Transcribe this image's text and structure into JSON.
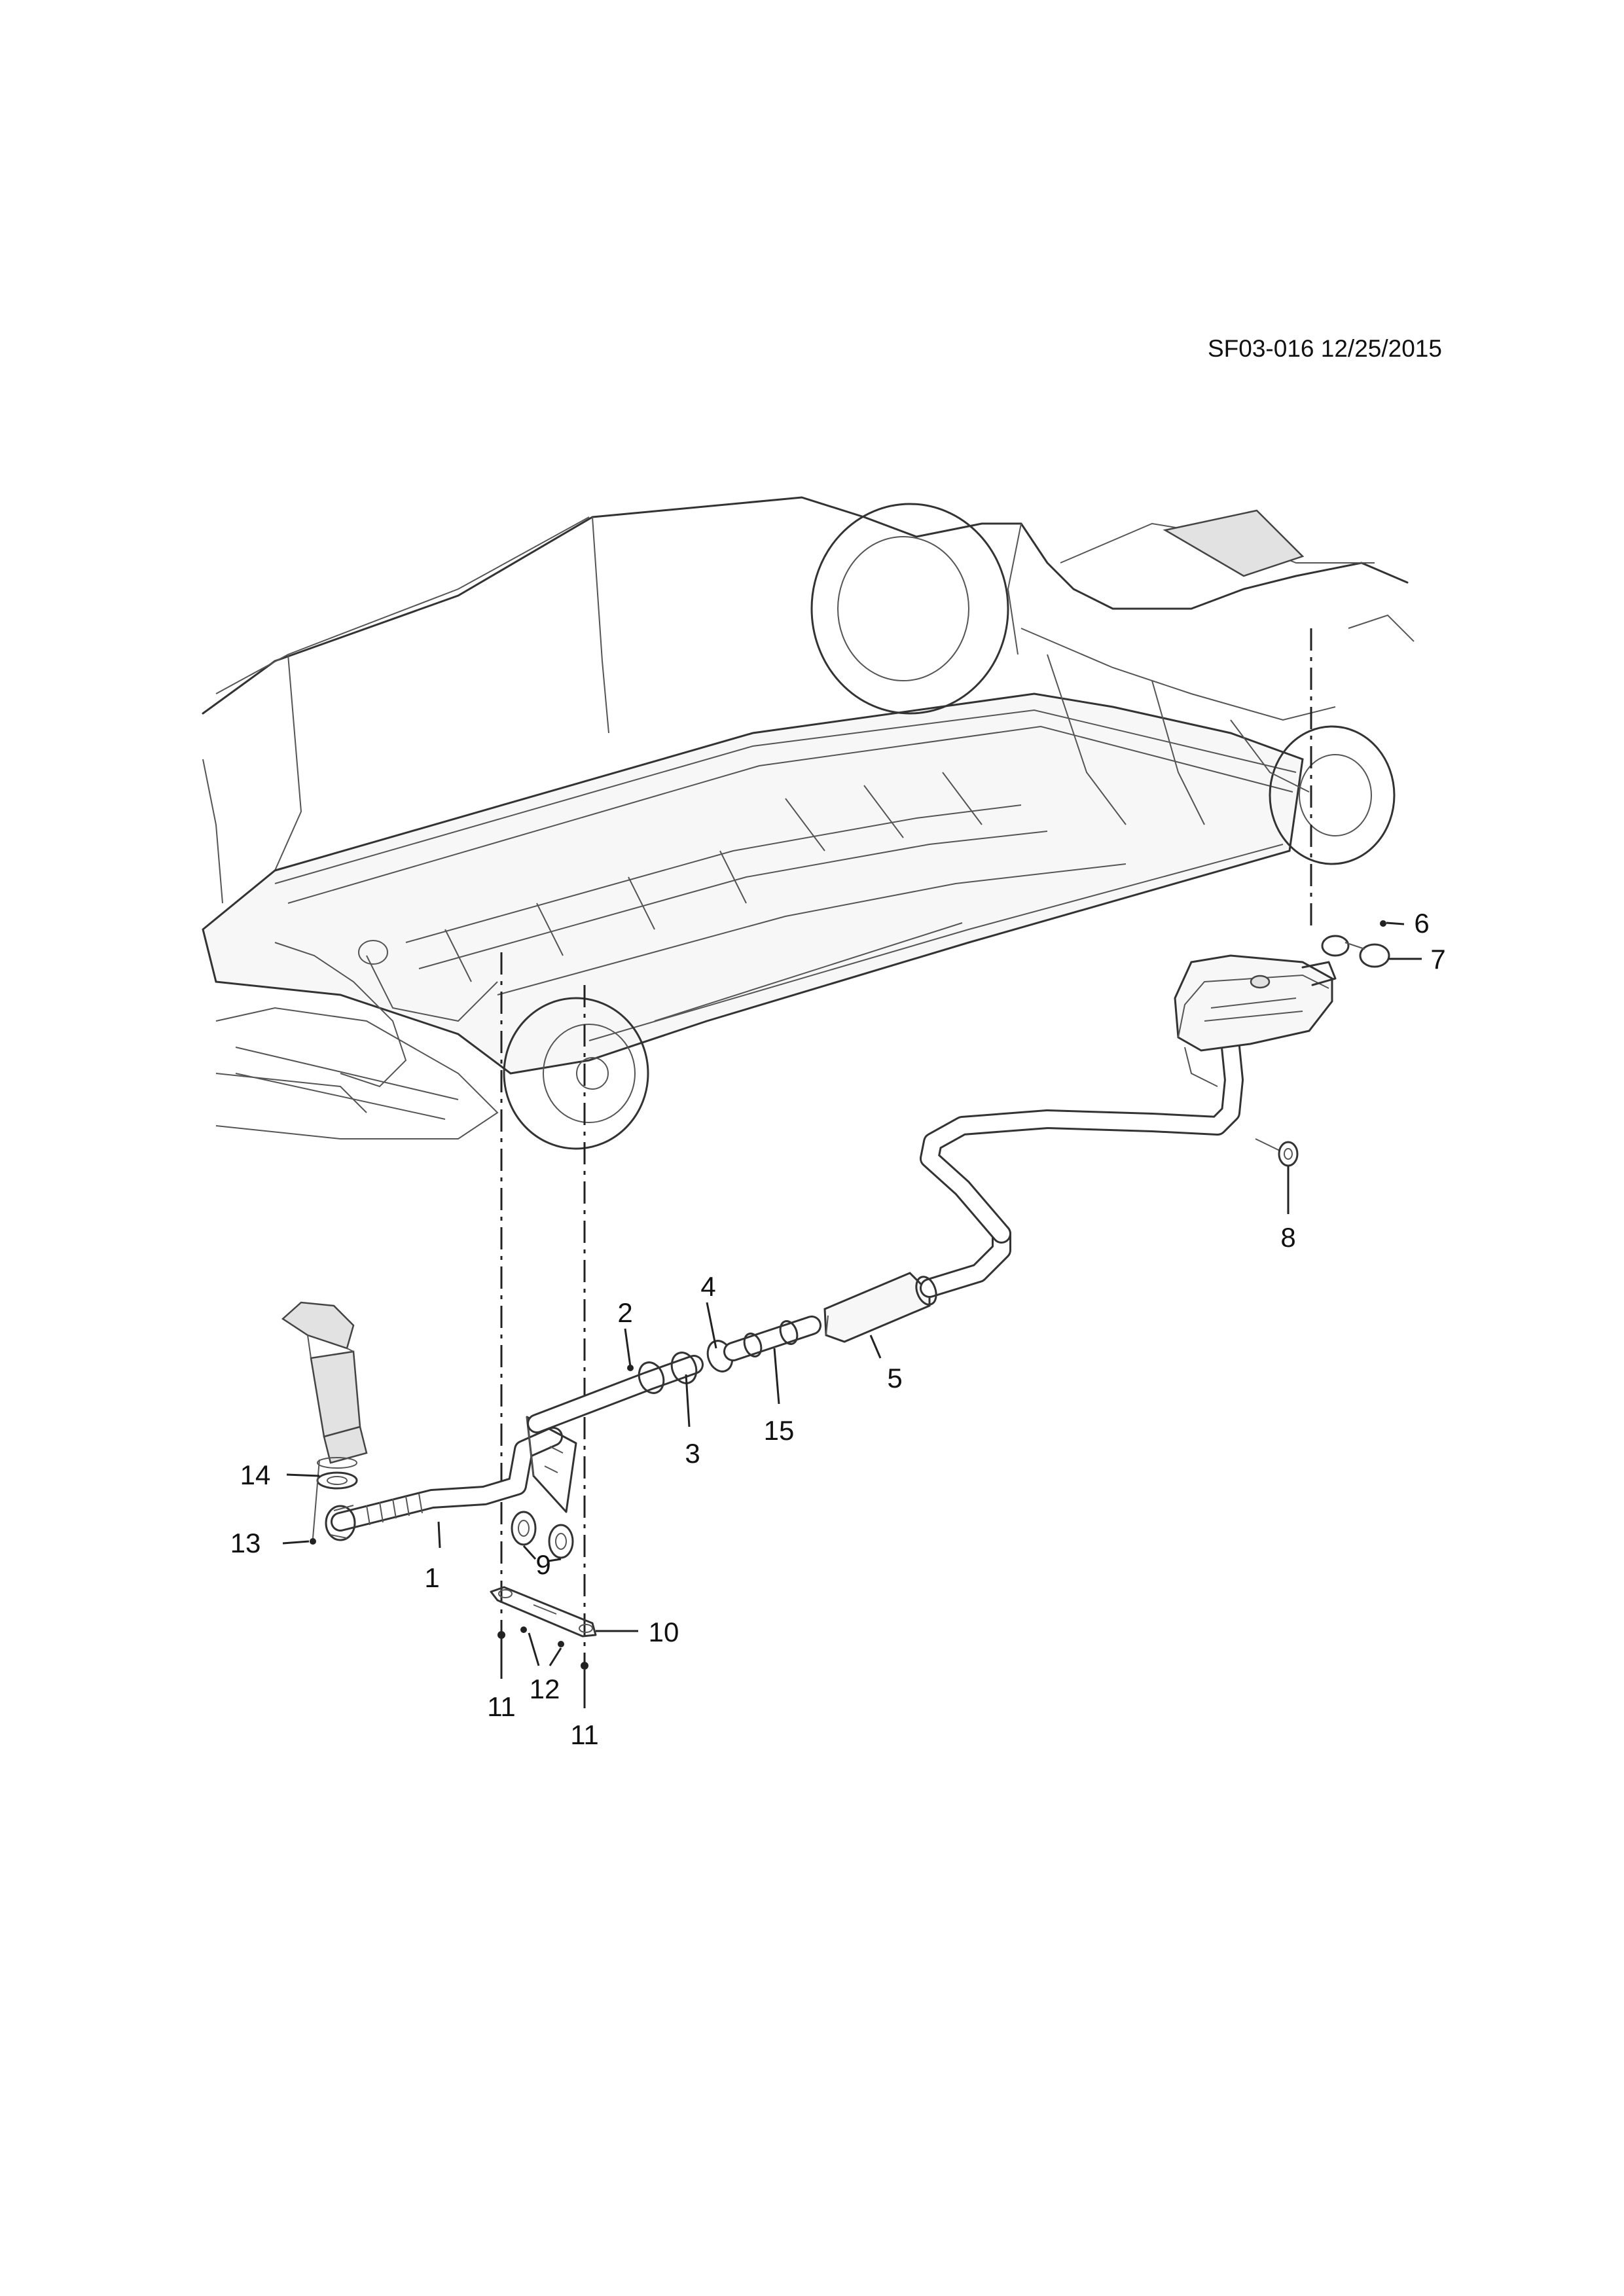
{
  "document_ref": "SF03-016 12/25/2015",
  "callouts": [
    {
      "id": "c1",
      "label": "1"
    },
    {
      "id": "c2",
      "label": "2"
    },
    {
      "id": "c3",
      "label": "3"
    },
    {
      "id": "c4",
      "label": "4"
    },
    {
      "id": "c5",
      "label": "5"
    },
    {
      "id": "c6",
      "label": "6"
    },
    {
      "id": "c7",
      "label": "7"
    },
    {
      "id": "c8",
      "label": "8"
    },
    {
      "id": "c9",
      "label": "9"
    },
    {
      "id": "c10",
      "label": "10"
    },
    {
      "id": "c11a",
      "label": "11"
    },
    {
      "id": "c11b",
      "label": "11"
    },
    {
      "id": "c12",
      "label": "12"
    },
    {
      "id": "c13",
      "label": "13"
    },
    {
      "id": "c14",
      "label": "14"
    },
    {
      "id": "c15",
      "label": "15"
    }
  ]
}
